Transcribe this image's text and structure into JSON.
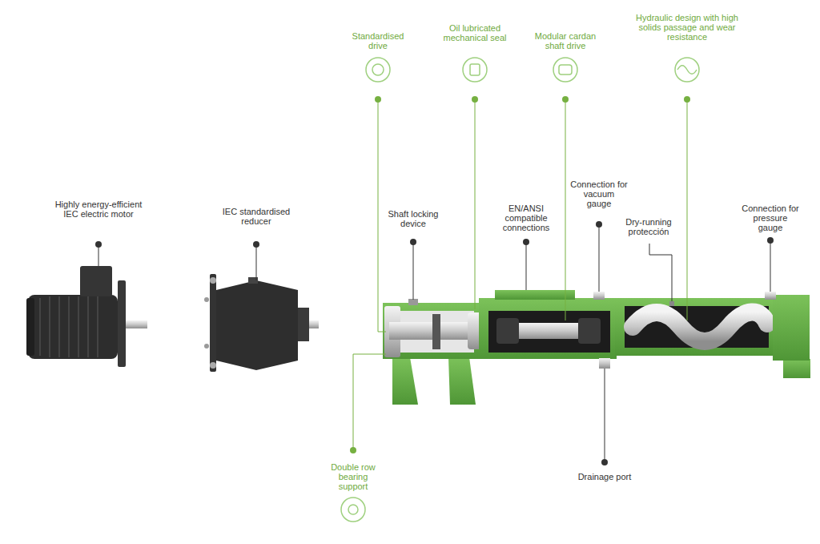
{
  "diagram": {
    "labels": [
      "Standardised drive",
      "Oil lubricated mechanical seal",
      "Modular cardan shaft drive",
      "Hydraulic design with high solids passage and wear resistance",
      "Highly energy-efficient IEC electric motor",
      "IEC standardised reducer",
      "Shaft locking device",
      "EN/ANSI compatible connections",
      "Connection for vacuum gauge",
      "Dry-running protección",
      "Connection for pressure gauge",
      "Double row bearing support",
      "Drainage port"
    ]
  }
}
